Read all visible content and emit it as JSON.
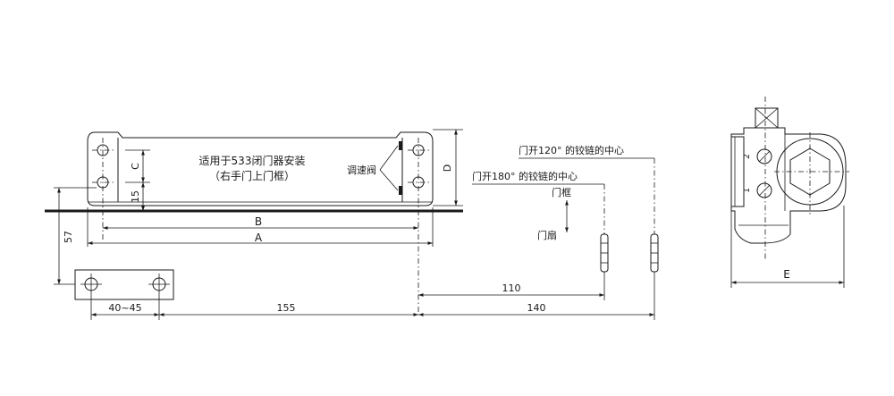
{
  "labels": {
    "install_note_1": "适用于533闭门器安装",
    "install_note_2": "（右手门上门框）",
    "speed_valve": "调速阀",
    "hinge_120": "门开120° 的铰链的中心",
    "hinge_180": "门开180° 的铰链的中心",
    "door_frame": "门框",
    "door_leaf": "门扇",
    "valve_2": "2",
    "valve_1": "1"
  },
  "dimensions": {
    "a": "A",
    "b": "B",
    "c": "C",
    "d": "D",
    "e": "E",
    "d15": "15",
    "d57": "57",
    "d40_45": "40~45",
    "d155": "155",
    "d110": "110",
    "d140": "140"
  }
}
